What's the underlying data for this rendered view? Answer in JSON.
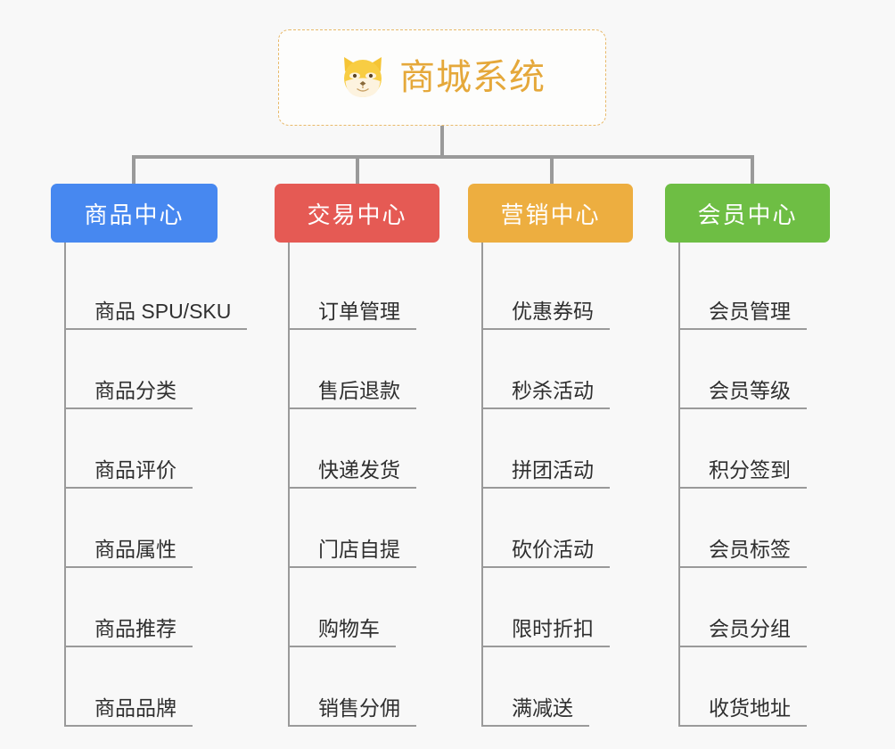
{
  "root": {
    "title": "商城系统",
    "icon": "shiba-dog-emoji",
    "title_color": "#e5a83a",
    "border_color": "#e8b96a"
  },
  "connector_color": "#9a9a9a",
  "background": "#f8f8f8",
  "categories": [
    {
      "label": "商品中心",
      "color": "#4788f0",
      "items": [
        "商品 SPU/SKU",
        "商品分类",
        "商品评价",
        "商品属性",
        "商品推荐",
        "商品品牌"
      ]
    },
    {
      "label": "交易中心",
      "color": "#e55a54",
      "items": [
        "订单管理",
        "售后退款",
        "快递发货",
        "门店自提",
        "购物车",
        "销售分佣"
      ]
    },
    {
      "label": "营销中心",
      "color": "#edae40",
      "items": [
        "优惠券码",
        "秒杀活动",
        "拼团活动",
        "砍价活动",
        "限时折扣",
        "满减送"
      ]
    },
    {
      "label": "会员中心",
      "color": "#6ebe44",
      "items": [
        "会员管理",
        "会员等级",
        "积分签到",
        "会员标签",
        "会员分组",
        "收货地址"
      ]
    }
  ]
}
